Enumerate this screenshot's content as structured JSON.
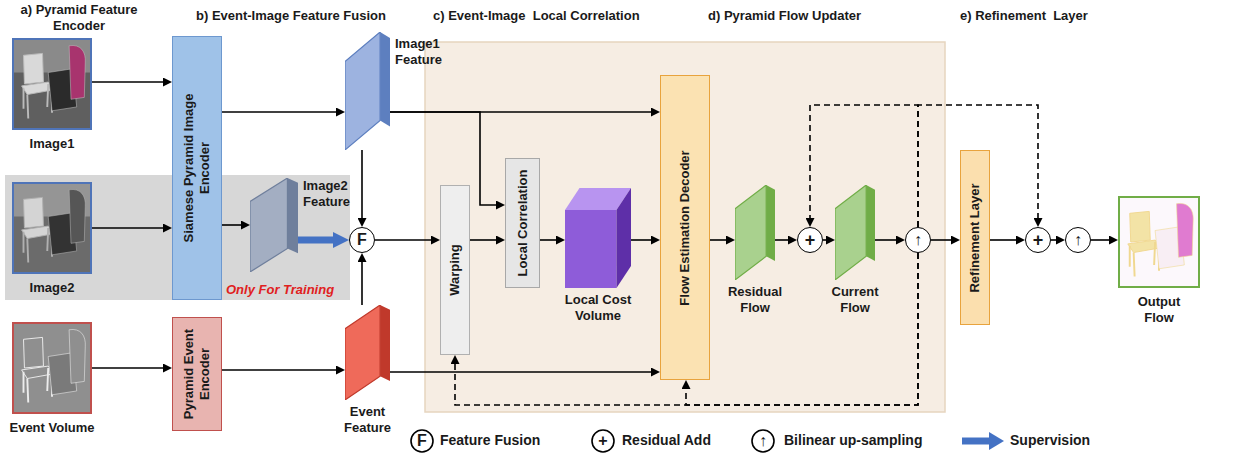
{
  "diagram": {
    "nodes": [
      {
        "text": [
          "Image1"
        ]
      },
      {
        "text": [
          "Image2"
        ]
      },
      {
        "text": [
          "Event Volume"
        ]
      },
      {
        "text": [
          "Siamese Pyramid Image Encoder"
        ]
      },
      {
        "text": [
          "Pyramid Event Encoder"
        ]
      },
      {
        "text": [
          "Image1 Feature"
        ]
      },
      {
        "text": [
          "Image2 Feature"
        ]
      },
      {
        "text": [
          "Event Feature"
        ]
      },
      {
        "text": [
          "F"
        ]
      },
      {
        "text": [
          "Warping"
        ]
      },
      {
        "text": [
          "Local Correlation"
        ]
      },
      {
        "text": [
          "Local Cost Volume"
        ]
      },
      {
        "text": [
          "Flow Estimation Decoder"
        ]
      },
      {
        "text": [
          "Residual Flow"
        ]
      },
      {
        "text": [
          "+"
        ]
      },
      {
        "text": [
          "Current Flow"
        ]
      },
      {
        "text": [
          "↑"
        ]
      },
      {
        "text": [
          "Refinement Layer"
        ]
      },
      {
        "text": [
          "+"
        ]
      },
      {
        "text": [
          "↑"
        ]
      },
      {
        "text": [
          "Output Flow"
        ]
      }
    ],
    "edges": [
      {
        "from": 0,
        "to": 3,
        "arrow": "to"
      },
      {
        "from": 1,
        "to": 3,
        "arrow": "to"
      },
      {
        "from": 2,
        "to": 4,
        "arrow": "to"
      },
      {
        "from": 3,
        "to": 5,
        "arrow": "to"
      },
      {
        "from": 3,
        "to": 6,
        "arrow": "to"
      },
      {
        "from": 6,
        "to": 8,
        "arrow": "to"
      },
      {
        "from": 5,
        "to": 8,
        "arrow": "to"
      },
      {
        "from": 7,
        "to": 8,
        "arrow": "to"
      },
      {
        "from": 4,
        "to": 7,
        "arrow": "to"
      },
      {
        "from": 8,
        "to": 9,
        "arrow": "to"
      },
      {
        "from": 5,
        "to": 12,
        "arrow": "to"
      },
      {
        "from": 5,
        "to": 10,
        "arrow": "to"
      },
      {
        "from": 9,
        "to": 10,
        "arrow": "to"
      },
      {
        "from": 10,
        "to": 11,
        "arrow": "to"
      },
      {
        "from": 11,
        "to": 12,
        "arrow": "to"
      },
      {
        "from": 7,
        "to": 12,
        "arrow": "to"
      },
      {
        "from": 12,
        "to": 13,
        "arrow": "to"
      },
      {
        "from": 13,
        "to": 14,
        "arrow": "to"
      },
      {
        "from": 14,
        "to": 15,
        "arrow": "to"
      },
      {
        "from": 15,
        "to": 16,
        "arrow": "to"
      },
      {
        "from": 16,
        "to": 17,
        "arrow": "to"
      },
      {
        "from": 17,
        "to": 18,
        "arrow": "to"
      },
      {
        "from": 18,
        "to": 19,
        "arrow": "to"
      },
      {
        "from": 19,
        "to": 20,
        "arrow": "to"
      },
      {
        "from": 16,
        "to": 14,
        "arrow": "to"
      },
      {
        "from": 16,
        "to": 18,
        "arrow": "to"
      },
      {
        "from": 16,
        "to": 9,
        "arrow": "to"
      },
      {
        "from": 16,
        "to": 12,
        "arrow": "to"
      }
    ],
    "labels": [
      "a) Pyramid Feature Encoder",
      "b) Event-Image Feature Fusion",
      "c) Event-Image  Local Correlation",
      "d) Pyramid Flow Updater",
      "e) Refinement  Layer",
      "Only For Training",
      "F",
      "+",
      "↑"
    ],
    "legend": [
      {
        "text": "Feature Fusion"
      },
      {
        "text": "Residual Add"
      },
      {
        "text": "Bilinear up-sampling"
      },
      {
        "text": "Supervision"
      }
    ]
  }
}
